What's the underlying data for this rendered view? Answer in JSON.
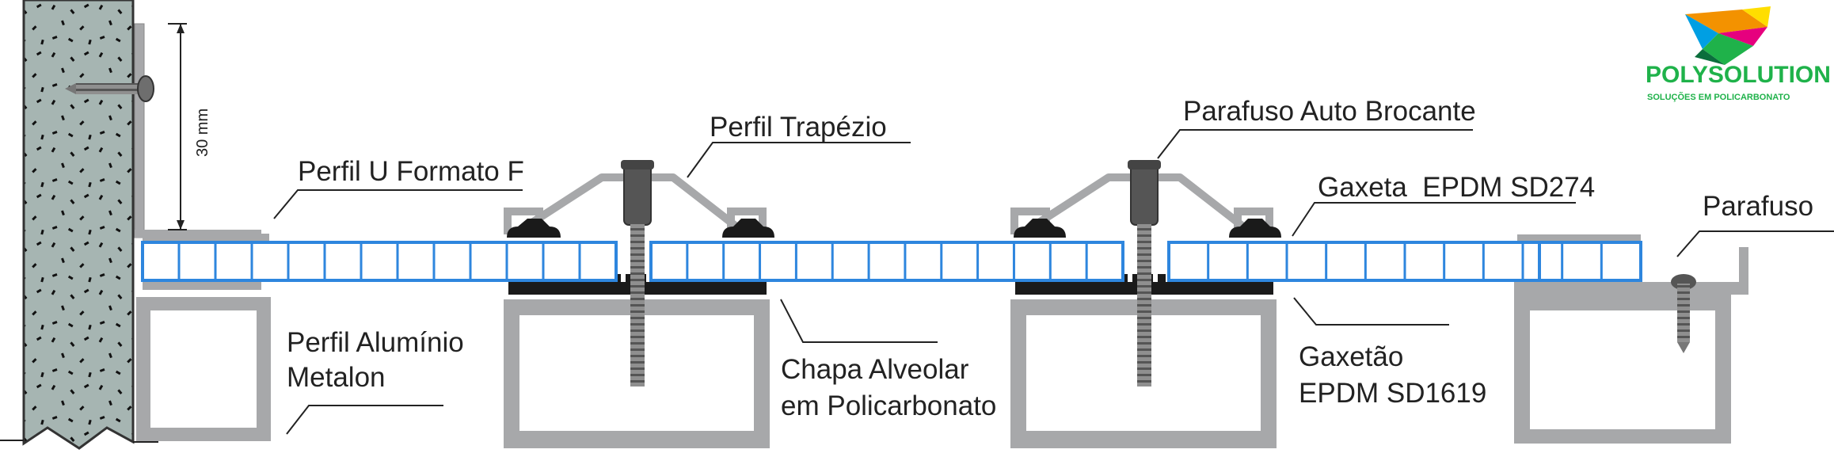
{
  "labels": {
    "perfil_u": "Perfil U Formato F",
    "perfil_aluminio_line1": "Perfil Alumínio",
    "perfil_aluminio_line2": "Metalon",
    "perfil_trapezio": "Perfil Trapézio",
    "chapa_line1": "Chapa Alveolar",
    "chapa_line2": "em Policarbonato",
    "parafuso_auto": "Parafuso Auto Brocante",
    "gaxeta": "Gaxeta  EPDM SD274",
    "gaxetao_line1": "Gaxetão",
    "gaxetao_line2": "EPDM SD1619",
    "parafuso": "Parafuso",
    "dimension": "30 mm"
  },
  "logo": {
    "brand": "POLYSOLUTION",
    "tagline": "SOLUÇÕES EM POLICARBONATO"
  },
  "colors": {
    "sheet_blue": "#2e86de",
    "aluminium_grey": "#a7a8aa",
    "wall_fill": "#a6b5b2",
    "gasket_black": "#1a1a1a",
    "brand_green": "#1fb24a"
  }
}
